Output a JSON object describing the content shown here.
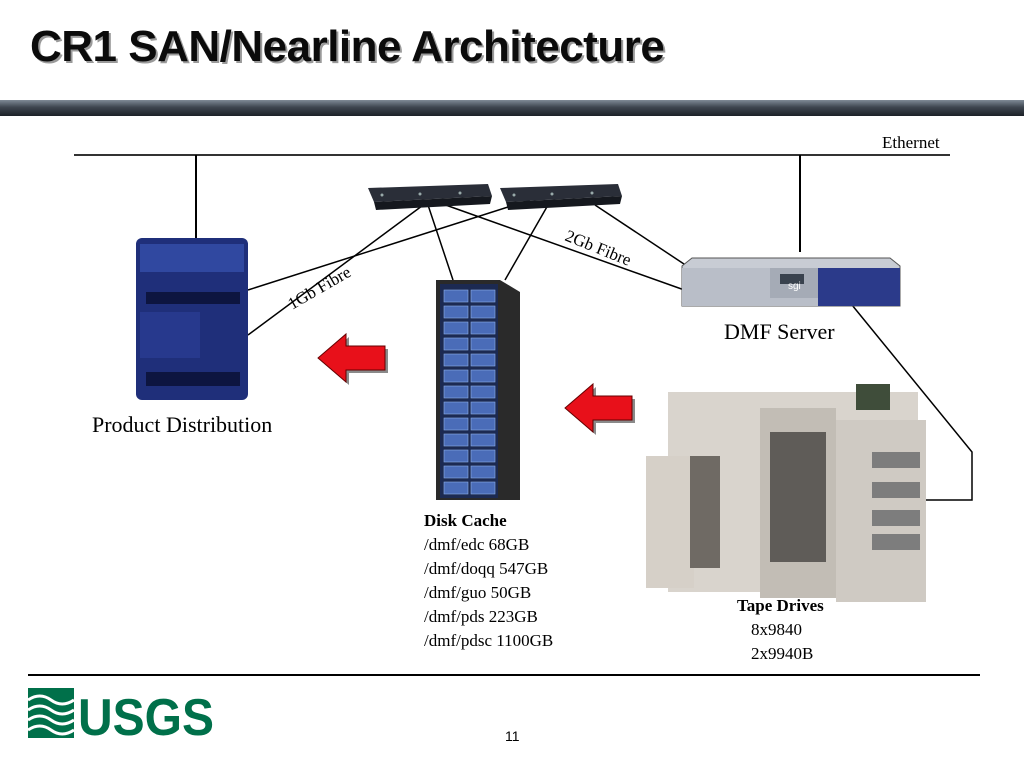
{
  "title": "CR1 SAN/Nearline Architecture",
  "labels": {
    "ethernet": "Ethernet",
    "fibre_1gb": "1Gb Fibre",
    "fibre_2gb": "2Gb Fibre",
    "dmf_server": "DMF Server",
    "product_distribution": "Product Distribution"
  },
  "disk_cache": {
    "heading": "Disk Cache",
    "items": [
      "/dmf/edc 68GB",
      "/dmf/doqq 547GB",
      "/dmf/guo 50GB",
      "/dmf/pds 223GB",
      "/dmf/pdsc 1100GB"
    ]
  },
  "tape_drives": {
    "heading": "Tape Drives",
    "items": [
      "8x9840",
      "2x9940B"
    ]
  },
  "server_brand": "sgi",
  "footer": {
    "logo_text": "USGS",
    "page_number": "11"
  },
  "colors": {
    "arrow": "#e8101a",
    "title_bar": "#2e353d",
    "logo": "#00704a"
  }
}
